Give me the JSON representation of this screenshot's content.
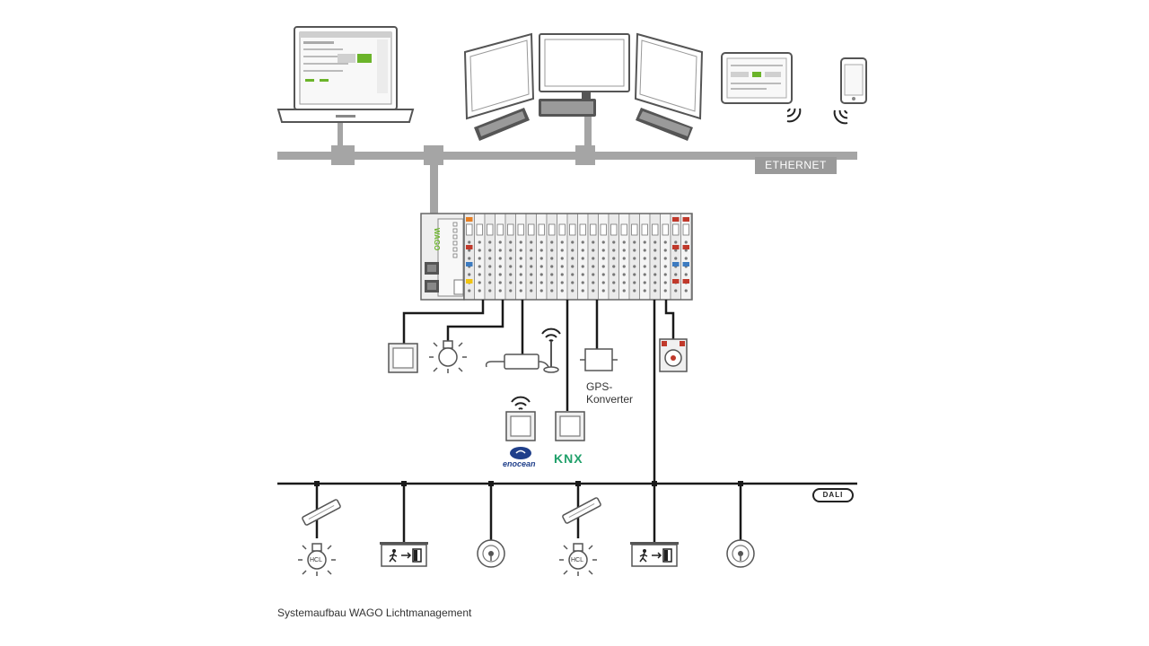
{
  "labels": {
    "ethernet": "ETHERNET",
    "dali": "DALI",
    "gps": "GPS-",
    "gps2": "Konverter",
    "enocean": "enocean",
    "knx": "KNX",
    "hcl1": "HCL",
    "hcl2": "HCL",
    "wago": "WAGO",
    "caption": "Systemaufbau WAGO Lichtmanagement"
  },
  "colors": {
    "bus_gray": "#a5a5a5",
    "line_dark": "#1a1a1a",
    "device_stroke": "#555555",
    "wago_green": "#6bb42a",
    "knx_green": "#20a06a",
    "enocean_blue": "#1f3f8a"
  }
}
